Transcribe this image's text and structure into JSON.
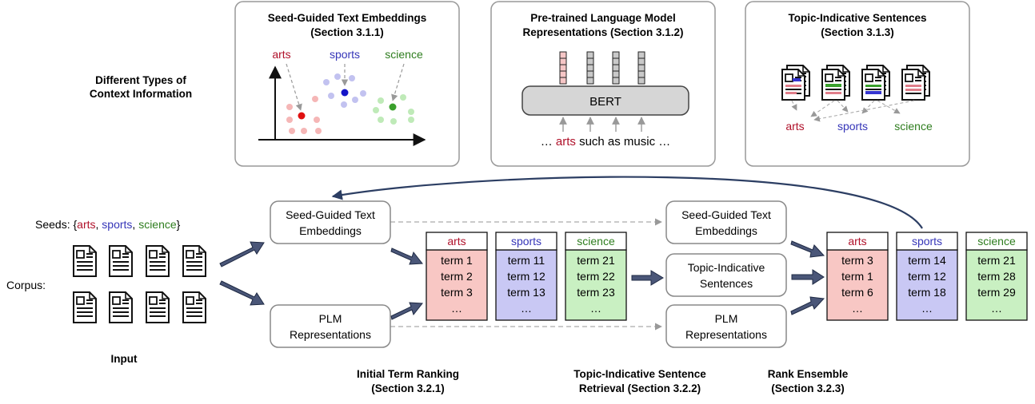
{
  "context": {
    "heading": [
      "Different Types of",
      "Context Information"
    ],
    "panels": [
      {
        "title": [
          "Seed-Guided Text Embeddings",
          "(Section 3.1.1)"
        ],
        "labels": {
          "arts": "arts",
          "sports": "sports",
          "science": "science"
        }
      },
      {
        "title": [
          "Pre-trained Language Model",
          "Representations (Section 3.1.2)"
        ],
        "model": "BERT",
        "sentence": {
          "prefix": "… ",
          "highlight": "arts",
          "suffix": " such as music …"
        }
      },
      {
        "title": [
          "Topic-Indicative Sentences",
          "(Section 3.1.3)"
        ],
        "labels": {
          "arts": "arts",
          "sports": "sports",
          "science": "science"
        }
      }
    ]
  },
  "input": {
    "seeds_prefix": "Seeds: {",
    "seeds": [
      "arts",
      "sports",
      "science"
    ],
    "separator": ", ",
    "seeds_suffix": "}",
    "corpus_label": "Corpus:",
    "caption": "Input"
  },
  "boxes": {
    "seed_embed": [
      "Seed-Guided Text",
      "Embeddings"
    ],
    "plm": [
      "PLM",
      "Representations"
    ],
    "seed_embed_2": [
      "Seed-Guided Text",
      "Embeddings"
    ],
    "topic_sent": [
      "Topic-Indicative",
      "Sentences"
    ],
    "plm_2": [
      "PLM",
      "Representations"
    ]
  },
  "rankings": {
    "initial": [
      {
        "topic": "arts",
        "terms": [
          "term 1",
          "term 2",
          "term 3",
          "…"
        ]
      },
      {
        "topic": "sports",
        "terms": [
          "term 11",
          "term 12",
          "term 13",
          "…"
        ]
      },
      {
        "topic": "science",
        "terms": [
          "term 21",
          "term 22",
          "term 23",
          "…"
        ]
      }
    ],
    "final": [
      {
        "topic": "arts",
        "terms": [
          "term 3",
          "term 1",
          "term 6",
          "…"
        ]
      },
      {
        "topic": "sports",
        "terms": [
          "term 14",
          "term 12",
          "term 18",
          "…"
        ]
      },
      {
        "topic": "science",
        "terms": [
          "term 21",
          "term 28",
          "term 29",
          "…"
        ]
      }
    ]
  },
  "stages": [
    [
      "Initial Term Ranking",
      "(Section 3.2.1)"
    ],
    [
      "Topic-Indicative Sentence",
      "Retrieval (Section 3.2.2)"
    ],
    [
      "Rank Ensemble",
      "(Section 3.2.3)"
    ]
  ],
  "colors": {
    "arts": "#b0112a",
    "sports": "#3535b8",
    "science": "#2e7d1e",
    "arts_fill": "#f8c7c4",
    "sports_fill": "#c9c8f4",
    "science_fill": "#c9f0c2",
    "arrow": "#4a5678",
    "feedback": "#2c3e63",
    "box_stroke": "#888888"
  }
}
